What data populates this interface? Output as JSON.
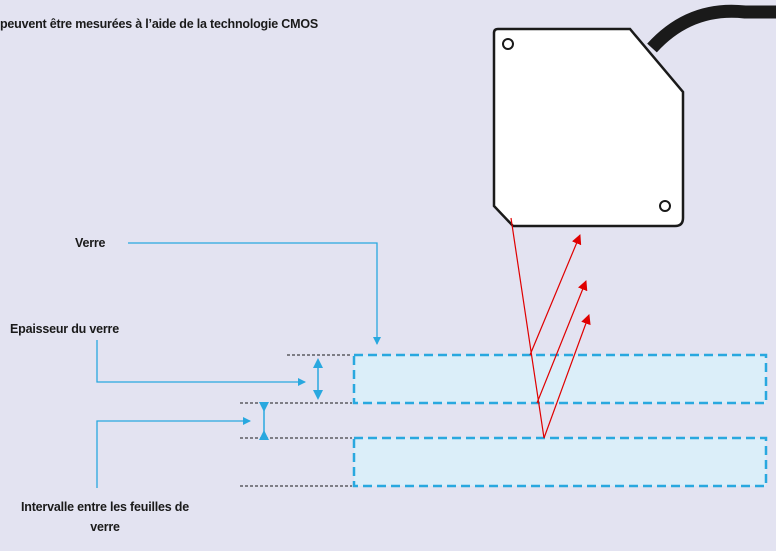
{
  "caption": "peuvent être mesurées à l’aide de la technologie CMOS",
  "labels": {
    "glass": "Verre",
    "glass_thickness": "Epaisseur du verre",
    "gap": "Intervalle entre les feuilles de verre"
  },
  "colors": {
    "background": "#e3e3f1",
    "glass_fill": "#dbeef9",
    "glass_border": "#29a8df",
    "callout": "#29a8df",
    "laser": "#e00000",
    "sensor_body": "#ffffff",
    "cable": "#1a1a1a"
  },
  "icons": {
    "sensor": "cmos-laser-sensor-icon",
    "thickness_arrow": "double-arrow-icon",
    "gap_arrow": "converging-arrows-icon"
  }
}
